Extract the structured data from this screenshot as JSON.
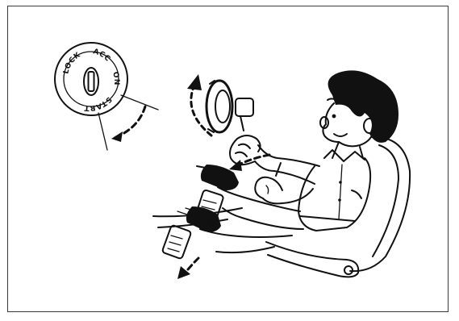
{
  "ignition_switch": {
    "positions": [
      "LOCK",
      "ACC",
      "ON",
      "START"
    ]
  }
}
